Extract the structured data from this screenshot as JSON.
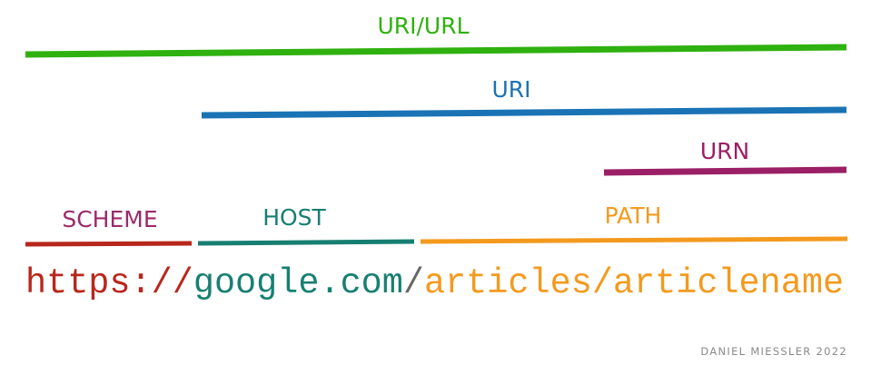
{
  "labels": {
    "uri_url": "URI/URL",
    "uri": "URI",
    "urn": "URN",
    "scheme": "SCHEME",
    "host": "HOST",
    "path": "PATH"
  },
  "url": {
    "scheme": "https://",
    "host": "google.com",
    "separator": "/",
    "path": "articles/articlename"
  },
  "credit": "DANIEL MIESSLER 2022",
  "colors": {
    "uri_url": "#2fb10f",
    "uri": "#1a73b5",
    "urn": "#9b1f66",
    "scheme_label": "#9b2a6c",
    "scheme": "#b8271c",
    "host": "#177f72",
    "separator": "#666666",
    "path": "#f39a1e"
  }
}
